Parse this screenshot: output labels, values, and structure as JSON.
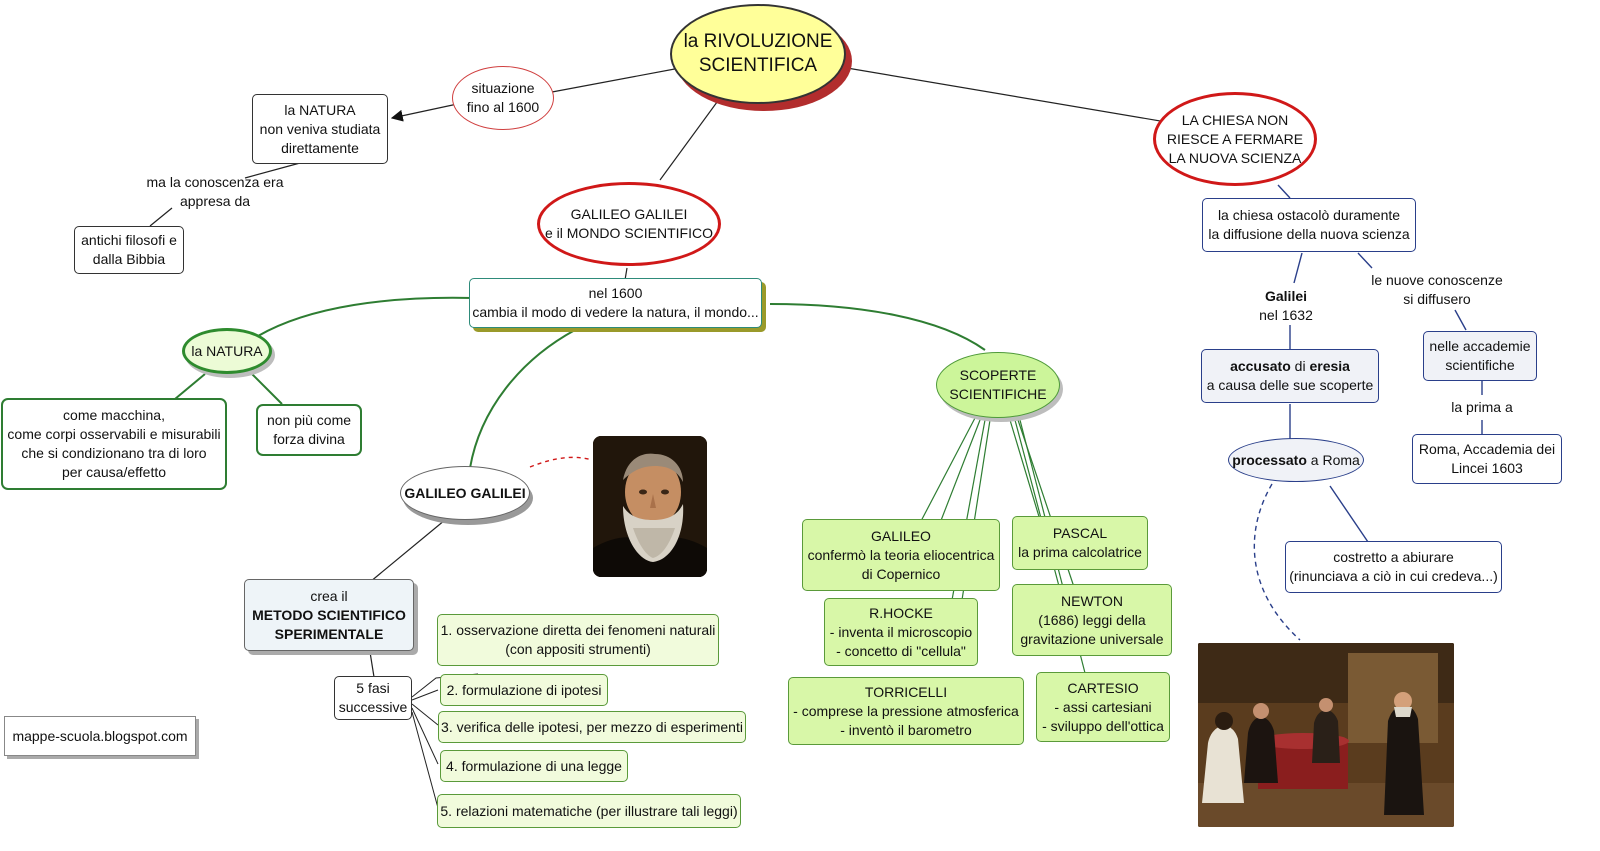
{
  "title": {
    "lines": [
      "la RIVOLUZIONE",
      "SCIENTIFICA"
    ]
  },
  "situazione": {
    "lines": [
      "situazione",
      "fino al 1600"
    ]
  },
  "natura_top": {
    "lines": [
      "la NATURA",
      "non veniva studiata",
      "direttamente"
    ]
  },
  "conoscenza_label": {
    "lines": [
      "ma la conoscenza era",
      "appresa da"
    ]
  },
  "antichi": {
    "lines": [
      "antichi filosofi e",
      "dalla Bibbia"
    ]
  },
  "galileo_main": {
    "lines": [
      "GALILEO GALILEI",
      "e il MONDO SCIENTIFICO"
    ]
  },
  "nel1600": {
    "lines": [
      "nel 1600",
      "cambia il modo di vedere la natura, il mondo..."
    ]
  },
  "natura_oval": {
    "label": "la NATURA"
  },
  "macchina": {
    "lines": [
      "come macchina,",
      "come corpi osservabili e misurabili",
      "che si condizionano tra di loro",
      "per causa/effetto"
    ]
  },
  "non_piu": {
    "lines": [
      "non più come",
      "forza divina"
    ]
  },
  "galileo_oval": {
    "label": "GALILEO GALILEI"
  },
  "metodo": {
    "line1": "crea il",
    "line2": "METODO SCIENTIFICO",
    "line3": "SPERIMENTALE"
  },
  "fasi": {
    "lines": [
      "5 fasi",
      "successive"
    ]
  },
  "phases": [
    [
      "1. osservazione diretta dei fenomeni naturali",
      "(con appositi strumenti)"
    ],
    [
      "2. formulazione di ipotesi"
    ],
    [
      "3. verifica delle ipotesi, per mezzo di esperimenti"
    ],
    [
      "4. formulazione di una legge"
    ],
    [
      "5. relazioni matematiche (per illustrare tali leggi)"
    ]
  ],
  "site": {
    "label": "mappe-scuola.blogspot.com"
  },
  "scoperte": {
    "lines": [
      "SCOPERTE",
      "SCIENTIFICHE"
    ]
  },
  "discoveries": {
    "galileo": [
      "GALILEO",
      "confermò la teoria eliocentrica",
      "di Copernico"
    ],
    "pascal": [
      "PASCAL",
      "la prima calcolatrice"
    ],
    "hocke": [
      "R.HOCKE",
      "- inventa il microscopio",
      "- concetto di \"cellula\""
    ],
    "newton": [
      "NEWTON",
      "(1686) leggi della",
      "gravitazione universale"
    ],
    "torricelli": [
      "TORRICELLI",
      "- comprese la pressione atmosferica",
      "- inventò il barometro"
    ],
    "cartesio": [
      "CARTESIO",
      "- assi cartesiani",
      "- sviluppo dell'ottica"
    ]
  },
  "chiesa": {
    "lines": [
      "LA CHIESA NON",
      "RIESCE A FERMARE",
      "LA NUOVA SCIENZA"
    ]
  },
  "ostacolo": {
    "lines": [
      "la chiesa ostacolò duramente",
      "la diffusione della nuova scienza"
    ]
  },
  "galilei_label": {
    "line1": "Galilei",
    "line2": "nel 1632"
  },
  "conoscenze_label": {
    "lines": [
      "le nuove conoscenze",
      "si diffusero"
    ]
  },
  "accusato": {
    "b1": "accusato",
    "t1": " di ",
    "b2": "eresia",
    "line2": "a causa delle sue scoperte"
  },
  "accademie": {
    "lines": [
      "nelle accademie",
      "scientifiche"
    ]
  },
  "prima_label": {
    "label": "la prima a"
  },
  "lincei": {
    "lines": [
      "Roma, Accademia dei",
      "Lincei 1603"
    ]
  },
  "processato": {
    "b": "processato",
    "t": " a Roma"
  },
  "abiurare": {
    "lines": [
      "costretto a abiurare",
      "(rinunciava a ciò in cui credeva...)"
    ]
  },
  "colors": {
    "red": "#d01818",
    "green": "#2e7d32",
    "navy": "#2a3f8a",
    "yellow": "#ffff99",
    "lime": "#d8f7a8"
  },
  "images": {
    "portrait": "portrait-of-galileo",
    "painting": "painting-of-galileo-trial"
  }
}
